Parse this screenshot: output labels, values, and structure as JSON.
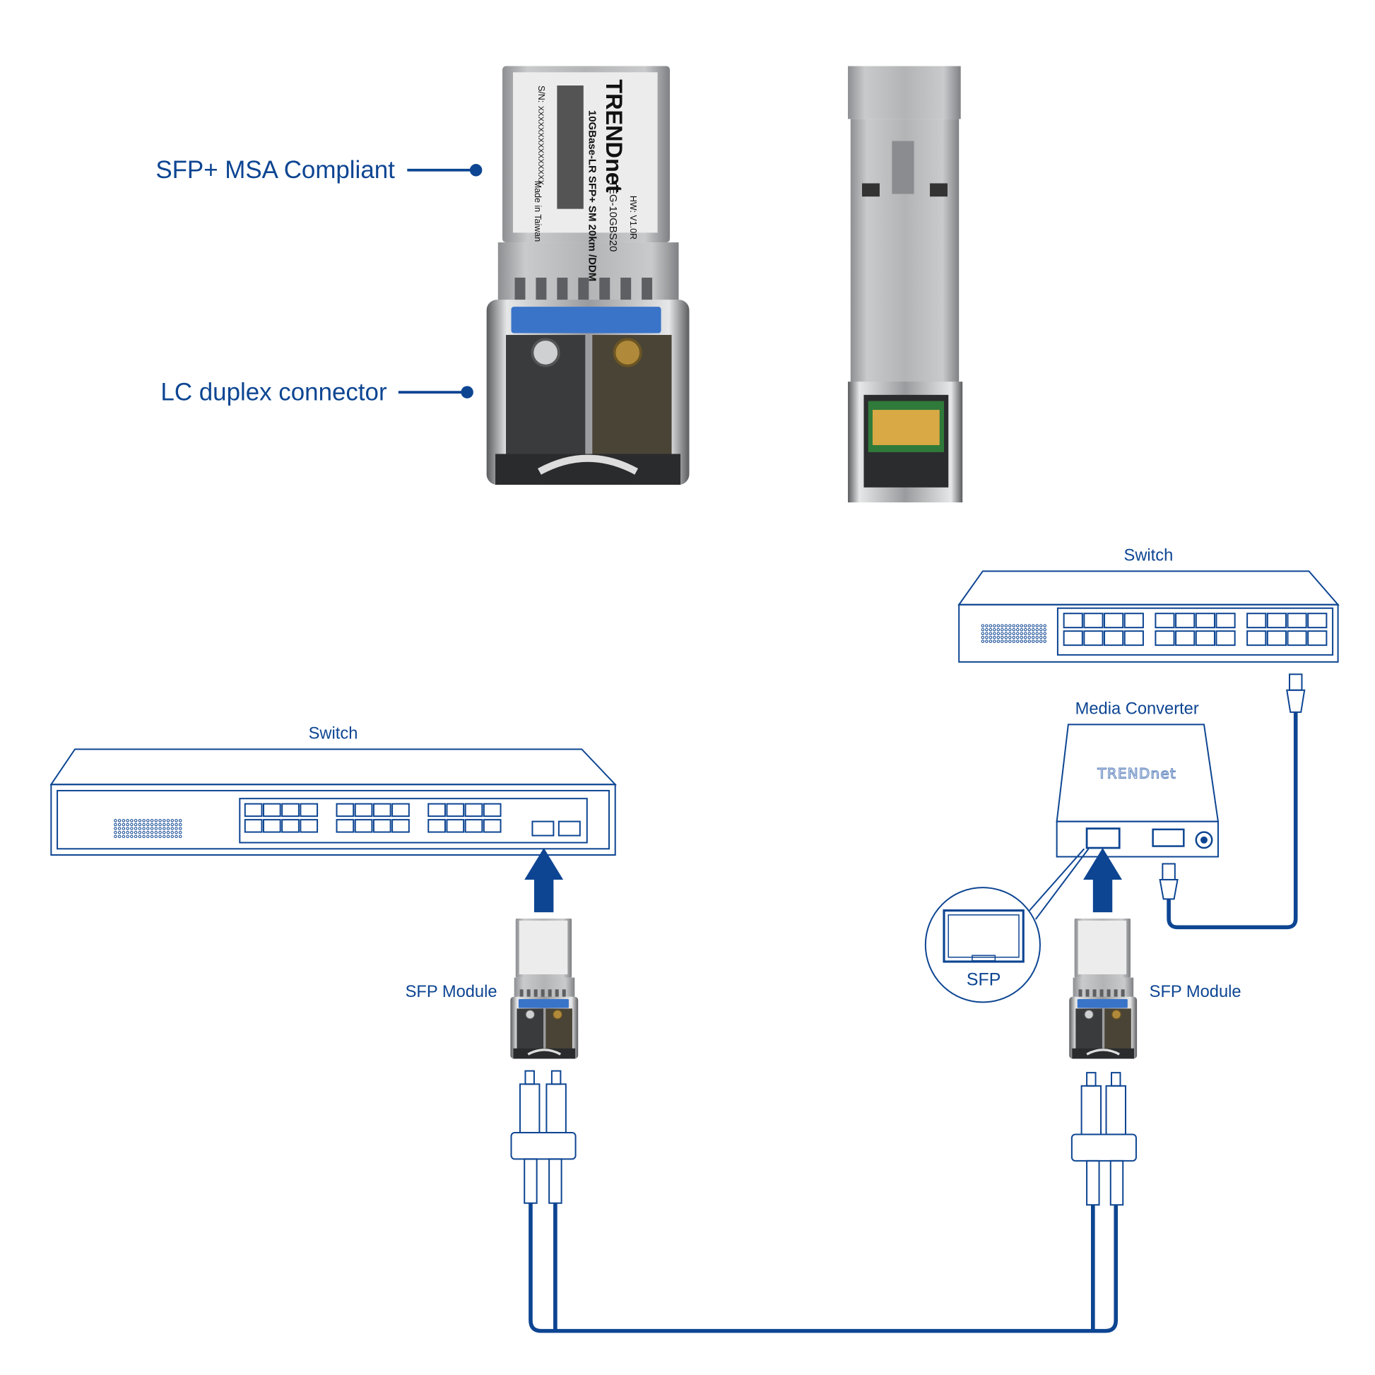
{
  "callouts": {
    "msa": "SFP+ MSA Compliant",
    "lc": "LC duplex connector"
  },
  "module_label": {
    "brand": "TRENDnet",
    "description": "10GBase-LR SFP+ SM 20km /DDM",
    "model": "TEG-10GBS20",
    "hw": "HW: V1.0R",
    "sn_label": "S/N:",
    "sn_value": "XXXXXXXXXXXXXXX",
    "origin": "Made in Taiwan"
  },
  "diagram": {
    "left_switch": "Switch",
    "right_switch": "Switch",
    "media_converter": "Media Converter",
    "media_converter_brand": "TRENDnet",
    "sfp_port_zoom": "SFP",
    "left_module": "SFP Module",
    "right_module": "SFP Module"
  },
  "colors": {
    "accent": "#0d4592",
    "blue_bar": "#3a74c9"
  }
}
